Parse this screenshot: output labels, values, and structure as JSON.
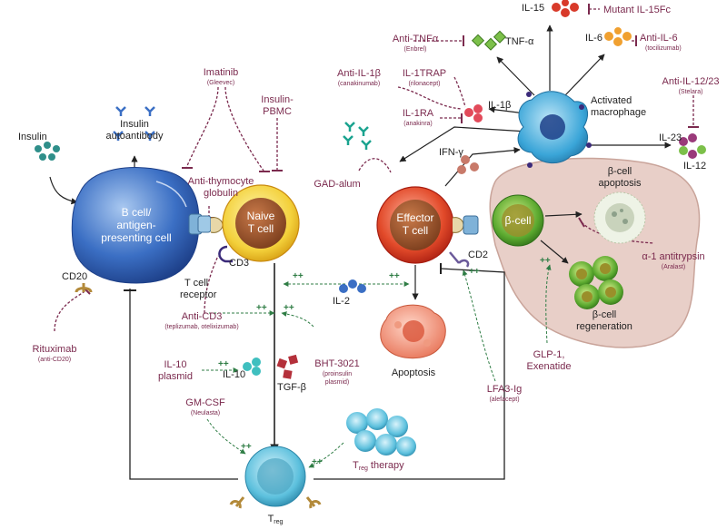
{
  "colors": {
    "drug": "#7b2a4e",
    "text": "#222222",
    "positive": "#2f7d45",
    "b_cell": "#3b6fc4",
    "naive_t": "#e9b318",
    "effector_t": "#d8321c",
    "macrophage": "#3aa5d8",
    "treg": "#3aa7c8",
    "beta_cell": "#4a9a2c",
    "islet_bg": "#e8cfc8"
  },
  "labels": {
    "insulin": "Insulin",
    "insulin_autoantibody": [
      "Insulin",
      "autoantibody"
    ],
    "b_cell": [
      "B cell/",
      "antigen-",
      "presenting cell"
    ],
    "naive_t": [
      "Naive",
      "T cell"
    ],
    "effector_t": [
      "Effector",
      "T cell"
    ],
    "cd20": "CD20",
    "cd3": "CD3",
    "cd2": "CD2",
    "t_cell_receptor": [
      "T cell",
      "receptor"
    ],
    "il2": "IL-2",
    "apoptosis": "Apoptosis",
    "il10": "IL-10",
    "tgfb": "TGF-β",
    "treg": "T",
    "treg_sub": "reg",
    "treg_therapy": "T",
    "treg_therapy_sub": "reg",
    "treg_therapy_word": " therapy",
    "activated_macrophage": [
      "Activated",
      "macrophage"
    ],
    "il15": "IL-15",
    "tnfa": "TNF-α",
    "il6": "IL-6",
    "il1b": "IL-1β",
    "ifng": "IFN-γ",
    "il23": "IL-23",
    "il12": "IL-12",
    "beta_cell": "β-cell",
    "beta_apoptosis": [
      "β-cell",
      "apoptosis"
    ],
    "beta_regeneration": [
      "β-cell",
      "regeneration"
    ],
    "plus": "++"
  },
  "drugs": {
    "imatinib": {
      "name": "Imatinib",
      "brand": "(Gleevec)"
    },
    "insulin_pbmc": {
      "name": [
        "Insulin-",
        "PBMC"
      ]
    },
    "anti_thymocyte": {
      "name": [
        "Anti-thymocyte",
        "globulin"
      ]
    },
    "gad_alum": {
      "name": "GAD-alum"
    },
    "rituximab": {
      "name": "Rituximab",
      "brand": "(anti-CD20)"
    },
    "anti_cd3": {
      "name": "Anti-CD3",
      "brand": "(teplizumab, otelixizumab)"
    },
    "bht3021": {
      "name": "BHT-3021",
      "brand": [
        "(proinsulin",
        "plasmid)"
      ]
    },
    "il10_plasmid": {
      "name": [
        "IL-10",
        "plasmid"
      ]
    },
    "gm_csf": {
      "name": "GM-CSF",
      "brand": "(Neulasta)"
    },
    "lfa3_ig": {
      "name": "LFA3-Ig",
      "brand": "(alefacept)"
    },
    "glp1": {
      "name": [
        "GLP-1,",
        "Exenatide"
      ]
    },
    "a1_antitrypsin": {
      "name": "α-1 antitrypsin",
      "brand": "(Aralast)"
    },
    "anti_il12_23": {
      "name": "Anti-IL-12/23",
      "brand": "(Stelara)"
    },
    "anti_il6": {
      "name": "Anti-IL-6",
      "brand": "(tocilizumab)"
    },
    "anti_tnfa": {
      "name": "Anti-TNFα",
      "brand": "(Enbrel)"
    },
    "mutant_il15fc": {
      "name": "Mutant IL-15Fc"
    },
    "anti_il1b": {
      "name": "Anti-IL-1β",
      "brand": "(canakinumab)"
    },
    "il1trap": {
      "name": "IL-1TRAP",
      "brand": "(rilonacept)"
    },
    "il1ra": {
      "name": "IL-1RA",
      "brand": "(anakinra)"
    }
  }
}
